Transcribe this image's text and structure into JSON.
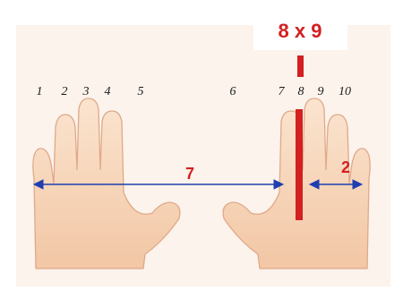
{
  "title": "8 x 9",
  "finger_numbers": [
    "1",
    "2",
    "3",
    "4",
    "5",
    "6",
    "7",
    "8",
    "9",
    "10"
  ],
  "left_count": "7",
  "right_count": "2",
  "colors": {
    "skin": "#f8d9bd",
    "skin_shadow": "#efc3a0",
    "outline": "#e0a989",
    "highlight": "#d32020",
    "arrow": "#1f3fb0",
    "background_band": "#fbf3ec"
  }
}
